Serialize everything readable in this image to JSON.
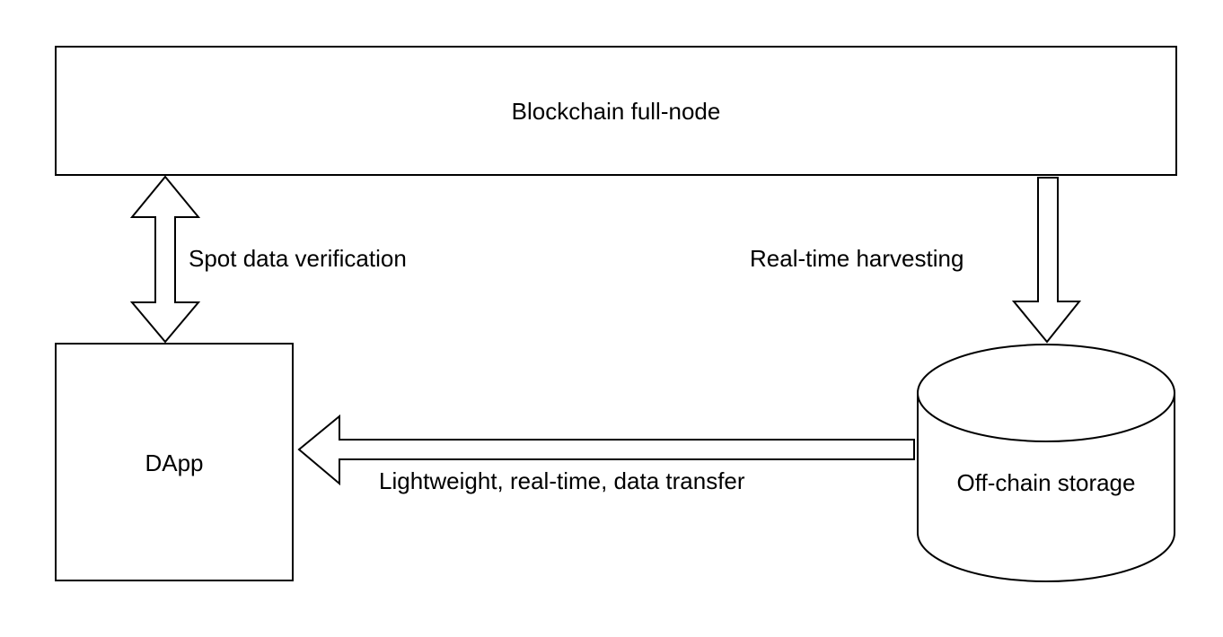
{
  "nodes": {
    "fullnode": {
      "label": "Blockchain full-node"
    },
    "dapp": {
      "label": "DApp"
    },
    "storage": {
      "label": "Off-chain storage"
    }
  },
  "edges": {
    "verification": {
      "label": "Spot data verification",
      "direction": "bidirectional"
    },
    "harvesting": {
      "label": "Real-time harvesting",
      "direction": "fullnode-to-storage"
    },
    "transfer": {
      "label": "Lightweight, real-time, data transfer",
      "direction": "storage-to-dapp"
    }
  }
}
